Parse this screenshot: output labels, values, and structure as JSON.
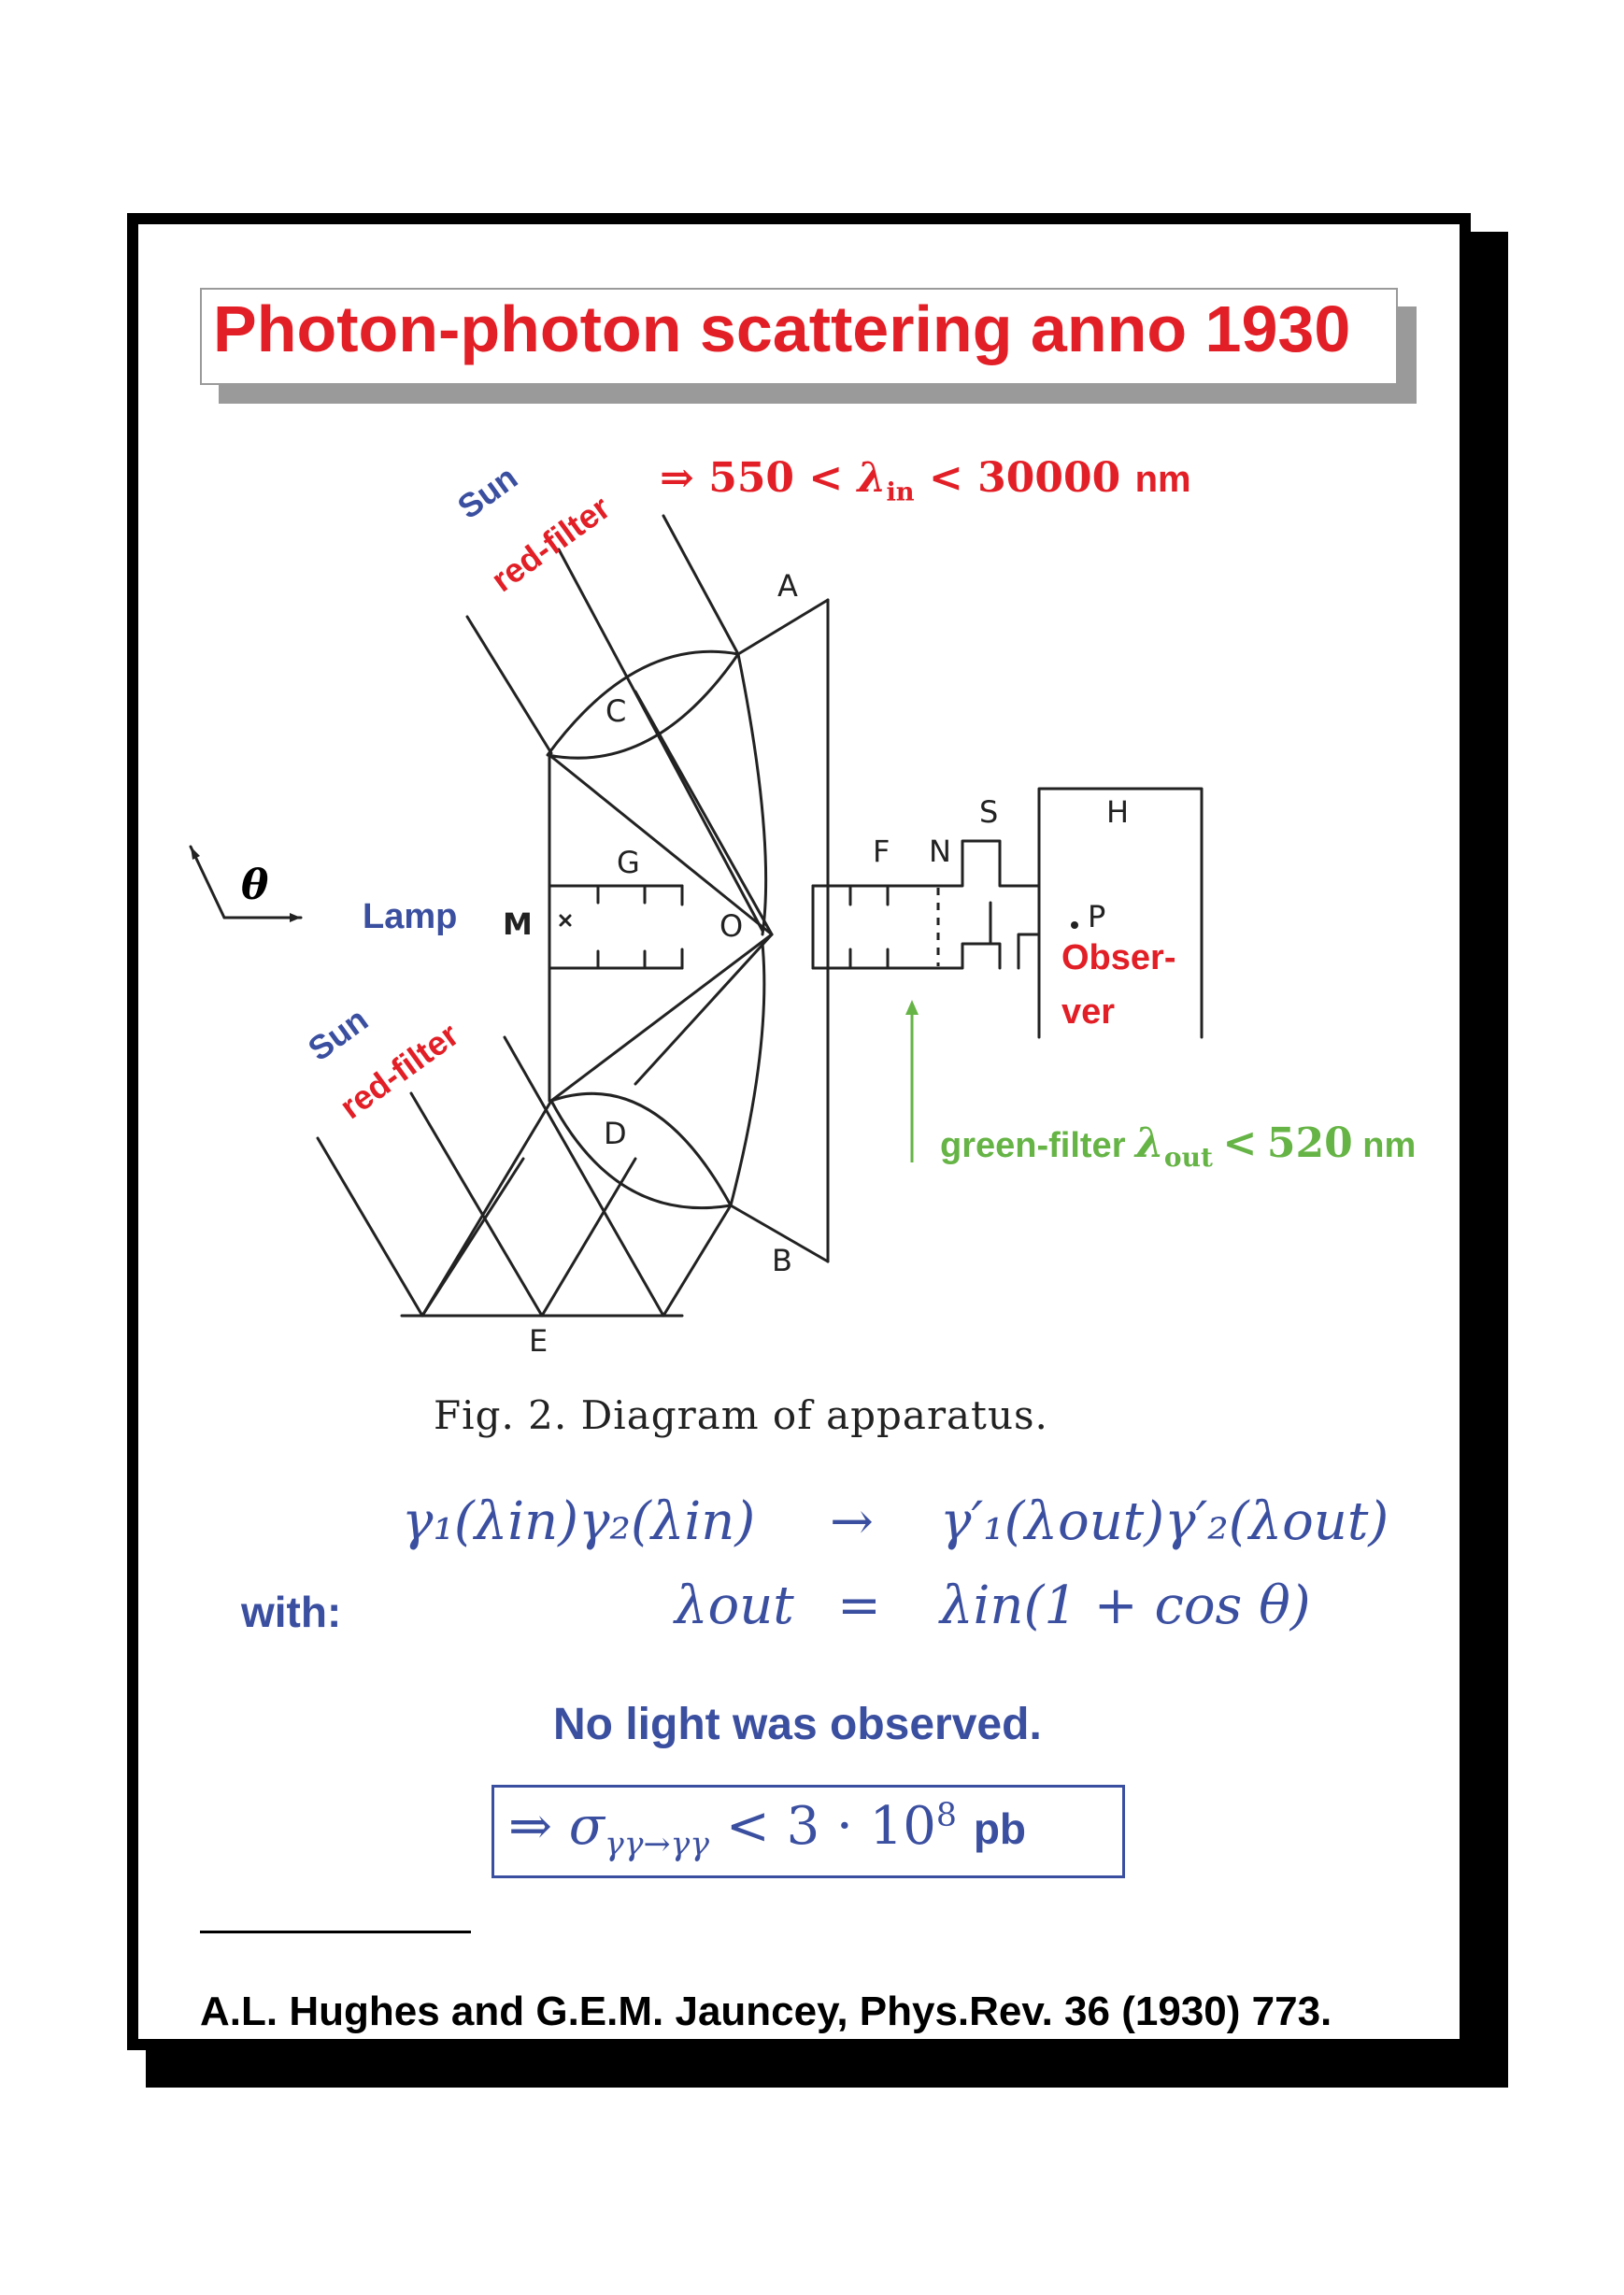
{
  "title": "Photon-photon scattering anno 1930",
  "top_condition": {
    "arrow": "⇒",
    "lower": "550",
    "lt": "<",
    "lambda": "λ",
    "sub": "in",
    "upper": "30000",
    "unit": "nm"
  },
  "labels": {
    "sun_top": "Sun",
    "red_filter_top": "red-filter",
    "sun_bottom": "Sun",
    "red_filter_bottom": "red-filter",
    "lamp": "Lamp",
    "observer_line1": "Obser-",
    "observer_line2": "ver",
    "theta": "θ",
    "green_filter": "green-filter",
    "green_lambda_sub": "out",
    "green_value": "520",
    "green_unit": "nm"
  },
  "apparatus_letters": [
    "A",
    "B",
    "C",
    "D",
    "E",
    "F",
    "N",
    "S",
    "H",
    "G",
    "M",
    "O",
    "P"
  ],
  "figure_caption": "Fig. 2.  Diagram of apparatus.",
  "equations": {
    "reaction_lhs": "γ₁(λin)γ₂(λin)",
    "arrow": "→",
    "reaction_rhs": "γ′₁(λout)γ′₂(λout)",
    "with_label": "with:",
    "relation_lhs": "λout",
    "equals": "=",
    "relation_rhs": "λin(1 + cos θ)"
  },
  "conclusion": "No light was observed.",
  "result": {
    "arrow": "⇒",
    "sigma": "σ",
    "sub": "γγ→γγ",
    "lt": "<",
    "value": "3 · 10",
    "exp": "8",
    "unit": "pb"
  },
  "reference": "A.L. Hughes and G.E.M. Jauncey, Phys.Rev. 36 (1930) 773.",
  "colors": {
    "title_red": "#e21f26",
    "text_blue": "#3b4fa0",
    "filter_green": "#66b446"
  }
}
